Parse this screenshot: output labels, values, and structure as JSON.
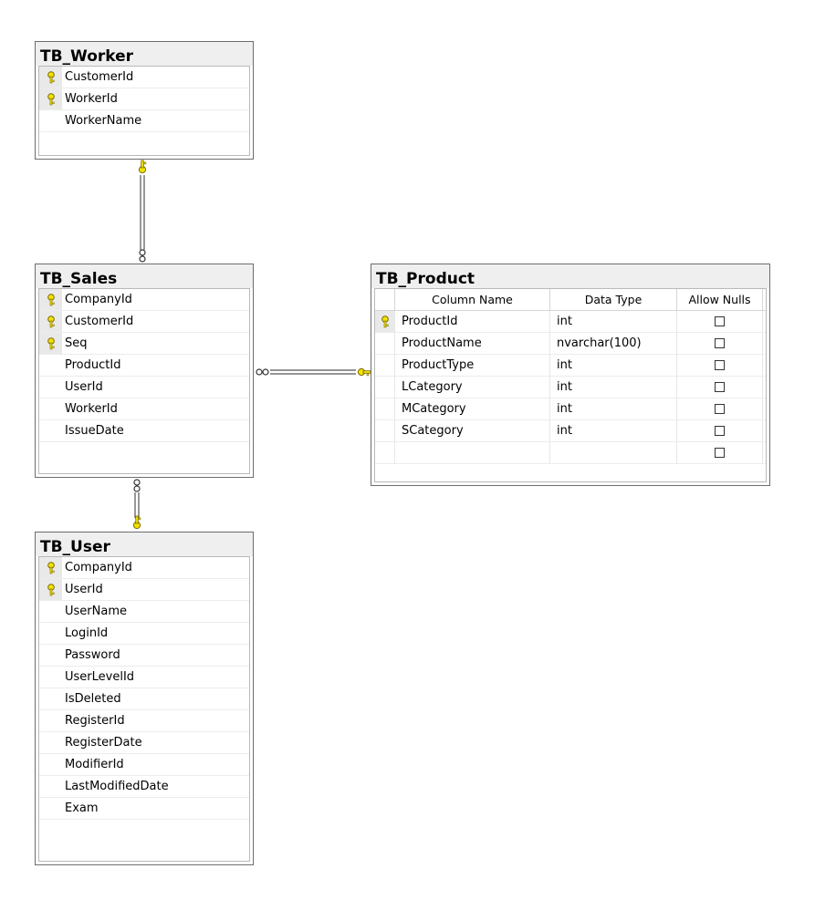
{
  "colors": {
    "key": "#f2e200",
    "key_outline": "#7a6a00",
    "line": "#555555",
    "title_bg": "#efefef"
  },
  "tables": {
    "worker": {
      "title": "TB_Worker",
      "columns": [
        {
          "name": "CustomerId",
          "key": true
        },
        {
          "name": "WorkerId",
          "key": true
        },
        {
          "name": "WorkerName",
          "key": false
        }
      ]
    },
    "sales": {
      "title": "TB_Sales",
      "columns": [
        {
          "name": "CompanyId",
          "key": true
        },
        {
          "name": "CustomerId",
          "key": true
        },
        {
          "name": "Seq",
          "key": true
        },
        {
          "name": "ProductId",
          "key": false
        },
        {
          "name": "UserId",
          "key": false
        },
        {
          "name": "WorkerId",
          "key": false
        },
        {
          "name": "IssueDate",
          "key": false
        }
      ]
    },
    "user": {
      "title": "TB_User",
      "columns": [
        {
          "name": "CompanyId",
          "key": true
        },
        {
          "name": "UserId",
          "key": true
        },
        {
          "name": "UserName",
          "key": false
        },
        {
          "name": "LoginId",
          "key": false
        },
        {
          "name": "Password",
          "key": false
        },
        {
          "name": "UserLevelId",
          "key": false
        },
        {
          "name": "IsDeleted",
          "key": false
        },
        {
          "name": "RegisterId",
          "key": false
        },
        {
          "name": "RegisterDate",
          "key": false
        },
        {
          "name": "ModifierId",
          "key": false
        },
        {
          "name": "LastModifiedDate",
          "key": false
        },
        {
          "name": "Exam",
          "key": false
        }
      ]
    },
    "product": {
      "title": "TB_Product",
      "headers": {
        "column_name": "Column Name",
        "data_type": "Data Type",
        "allow_nulls": "Allow Nulls"
      },
      "columns": [
        {
          "name": "ProductId",
          "type": "int",
          "key": true,
          "allow_nulls": false
        },
        {
          "name": "ProductName",
          "type": "nvarchar(100)",
          "key": false,
          "allow_nulls": false
        },
        {
          "name": "ProductType",
          "type": "int",
          "key": false,
          "allow_nulls": false
        },
        {
          "name": "LCategory",
          "type": "int",
          "key": false,
          "allow_nulls": false
        },
        {
          "name": "MCategory",
          "type": "int",
          "key": false,
          "allow_nulls": false
        },
        {
          "name": "SCategory",
          "type": "int",
          "key": false,
          "allow_nulls": false
        },
        {
          "name": "",
          "type": "",
          "key": false,
          "allow_nulls": false
        }
      ]
    }
  },
  "relationships": [
    {
      "from": "TB_Sales",
      "to": "TB_Worker",
      "type": "many-to-one"
    },
    {
      "from": "TB_Sales",
      "to": "TB_Product",
      "type": "many-to-one"
    },
    {
      "from": "TB_Sales",
      "to": "TB_User",
      "type": "many-to-one"
    }
  ]
}
